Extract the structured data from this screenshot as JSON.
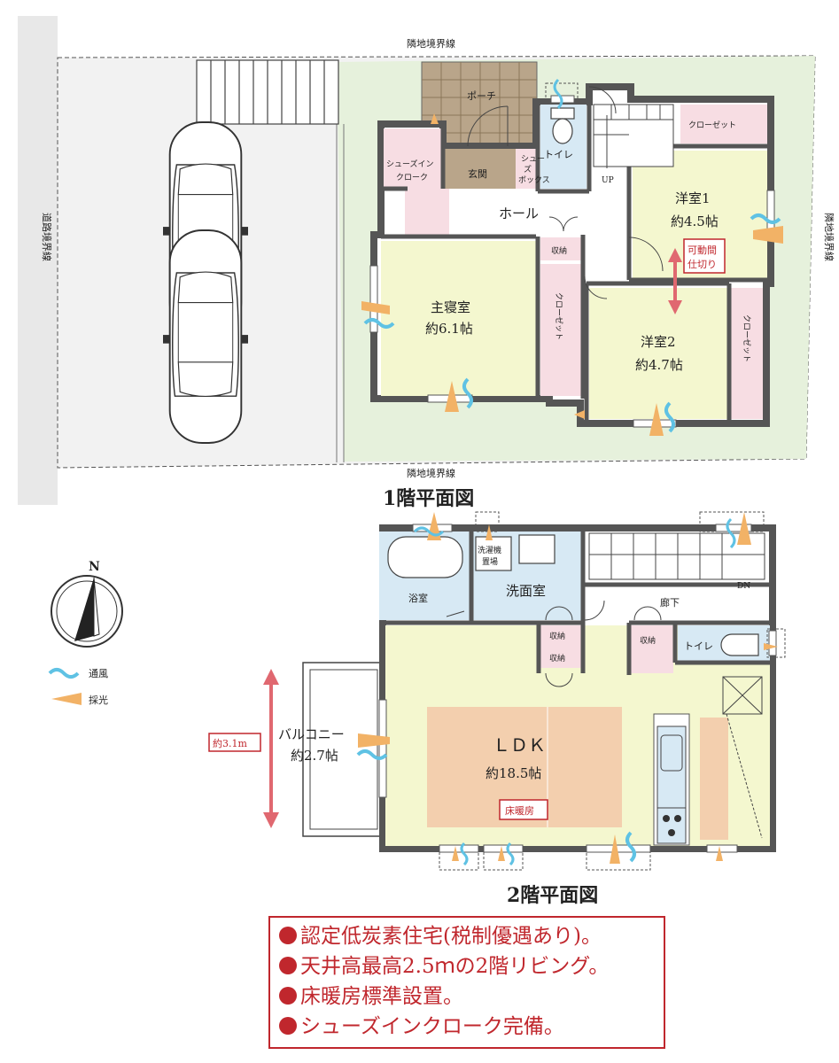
{
  "labels": {
    "neighbor_boundary_top": "隣地境界線",
    "neighbor_boundary_bottom": "隣地境界線",
    "neighbor_boundary_right": "隣地境界線",
    "road_boundary": "道路境界線"
  },
  "floor1": {
    "title": "1階平面図",
    "porch": "ポーチ",
    "shoes_in_cloak": [
      "シューズイン",
      "クローク"
    ],
    "entrance": "玄関",
    "shoe_box": [
      "シュー",
      "ズ",
      "ボックス"
    ],
    "toilet": "トイレ",
    "up": "UP",
    "hall": "ホール",
    "storage": "収納",
    "closet": "クローゼット",
    "master_bedroom": {
      "name": "主寝室",
      "size": "約6.1帖"
    },
    "western1": {
      "name": "洋室1",
      "size": "約4.5帖"
    },
    "western2": {
      "name": "洋室2",
      "size": "約4.7帖"
    },
    "movable_partition": [
      "可動間",
      "仕切り"
    ]
  },
  "floor2": {
    "title": "2階平面図",
    "bathroom": "浴室",
    "washroom": "洗面室",
    "laundry": [
      "洗濯機",
      "置場"
    ],
    "dn": "DN",
    "corridor": "廊下",
    "storage": "収納",
    "toilet": "トイレ",
    "ldk": {
      "name": "ＬＤＫ",
      "size": "約18.5帖"
    },
    "floor_heating": "床暖房",
    "balcony": {
      "name": "バルコニー",
      "size": "約2.7帖"
    },
    "balcony_depth": "約3.1m"
  },
  "legend": {
    "north": "N",
    "ventilation": "通風",
    "daylight": "採光"
  },
  "notes": [
    "認定低炭素住宅(税制優遇あり)。",
    "天井高最高2.5ｍの2階リビング。",
    "床暖房標準設置。",
    "シューズインクローク完備。"
  ],
  "colors": {
    "accent_red": "#c0272d",
    "room_yellow": "#f4f7cf",
    "closet_pink": "#f7dde3",
    "water_blue": "#d7e9f4",
    "entrance_brown": "#b9a58a",
    "garden_green": "#e6f1dc",
    "ldk_floor": "#f3cfae",
    "wind": "#5fc2e4",
    "light": "#f2b266"
  }
}
